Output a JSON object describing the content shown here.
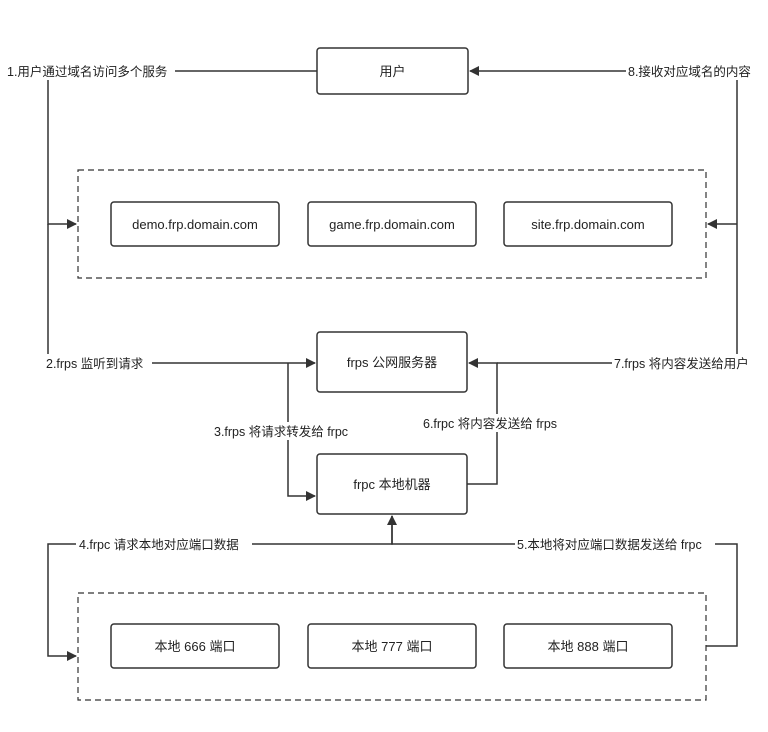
{
  "nodes": {
    "user": "用户",
    "demo": "demo.frp.domain.com",
    "game": "game.frp.domain.com",
    "site": "site.frp.domain.com",
    "frps": "frps 公网服务器",
    "frpc": "frpc 本地机器",
    "port666": "本地 666 端口",
    "port777": "本地 777 端口",
    "port888": "本地 888 端口"
  },
  "steps": {
    "s1": "1.用户通过域名访问多个服务",
    "s2": "2.frps 监听到请求",
    "s3": "3.frps 将请求转发给 frpc",
    "s4": "4.frpc 请求本地对应端口数据",
    "s5": "5.本地将对应端口数据发送给 frpc",
    "s6": "6.frpc 将内容发送给 frps",
    "s7": "7.frps 将内容发送给用户",
    "s8": "8.接收对应域名的内容"
  },
  "colors": {
    "stroke": "#333333",
    "text": "#222222",
    "background": "#ffffff"
  }
}
